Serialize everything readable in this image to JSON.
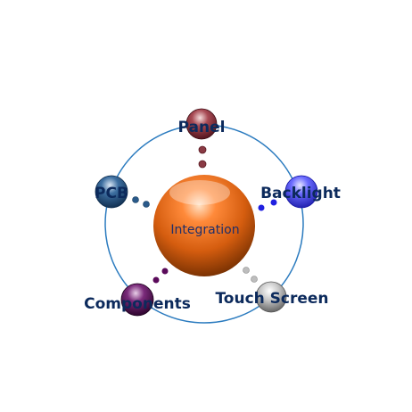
{
  "diagram": {
    "center": {
      "label": "Integration"
    },
    "nodes": [
      {
        "id": "panel",
        "label": "Panel",
        "color": "#7a2230"
      },
      {
        "id": "backlight",
        "label": "Backlight",
        "color": "#3b3bff"
      },
      {
        "id": "touch-screen",
        "label": "Touch Screen",
        "color": "#9a9a9a"
      },
      {
        "id": "components",
        "label": "Components",
        "color": "#4a0a4a"
      },
      {
        "id": "pcb",
        "label": "PCB",
        "color": "#1f4f7f"
      }
    ],
    "colors": {
      "ring": "#2b7bbf",
      "center": "#e06010",
      "text": "#0c2a5c"
    }
  }
}
